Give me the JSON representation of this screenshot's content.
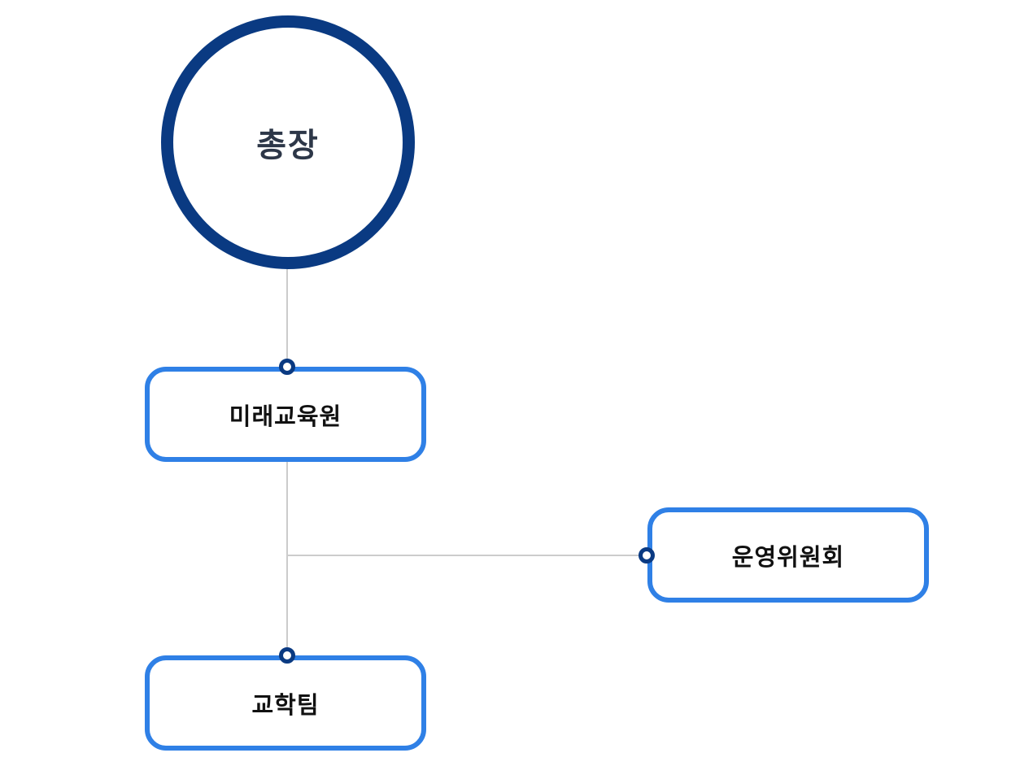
{
  "diagram": {
    "type": "org-chart",
    "colors": {
      "root_border": "#0a3a82",
      "root_text": "#2d3748",
      "box_border": "#2f80e6",
      "box_text": "#111111",
      "port_border": "#0a3a82",
      "connector": "#cccccc"
    },
    "root": {
      "label": "총장"
    },
    "nodes": [
      {
        "id": "future",
        "label": "미래교육원",
        "parent": "root"
      },
      {
        "id": "committee",
        "label": "운영위원회",
        "parent": "future",
        "relation": "side-branch"
      },
      {
        "id": "academic",
        "label": "교학팀",
        "parent": "future"
      }
    ]
  }
}
